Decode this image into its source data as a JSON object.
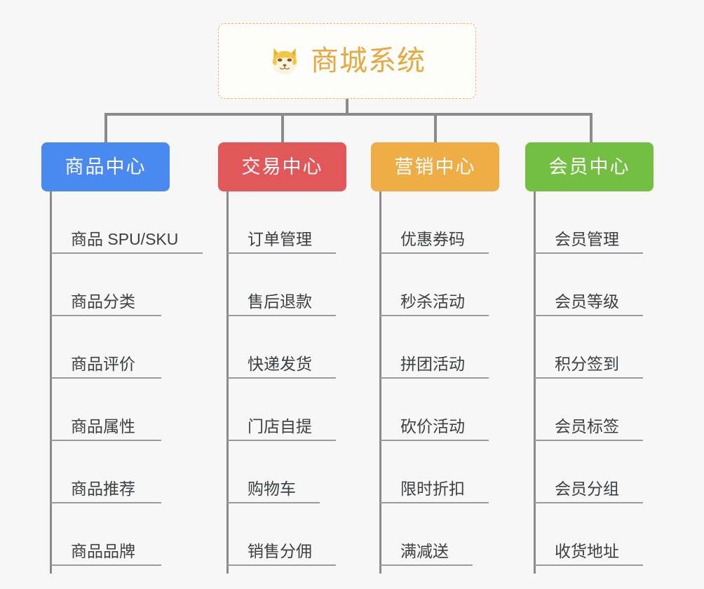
{
  "root": {
    "title": "商城系统",
    "icon": "shiba-dog-icon",
    "text_color": "#e5a93f",
    "border_color": "#e8b960"
  },
  "connector_color": "#8b8b8b",
  "background": "#f7f7f7",
  "columns": [
    {
      "id": "product-center",
      "label": "商品中心",
      "color": "#4a8af0",
      "items": [
        "商品 SPU/SKU",
        "商品分类",
        "商品评价",
        "商品属性",
        "商品推荐",
        "商品品牌"
      ]
    },
    {
      "id": "trade-center",
      "label": "交易中心",
      "color": "#e2585a",
      "items": [
        "订单管理",
        "售后退款",
        "快递发货",
        "门店自提",
        "购物车",
        "销售分佣"
      ]
    },
    {
      "id": "marketing-center",
      "label": "营销中心",
      "color": "#eead45",
      "items": [
        "优惠券码",
        "秒杀活动",
        "拼团活动",
        "砍价活动",
        "限时折扣",
        "满减送"
      ]
    },
    {
      "id": "member-center",
      "label": "会员中心",
      "color": "#74bf43",
      "items": [
        "会员管理",
        "会员等级",
        "积分签到",
        "会员标签",
        "会员分组",
        "收货地址"
      ]
    }
  ]
}
